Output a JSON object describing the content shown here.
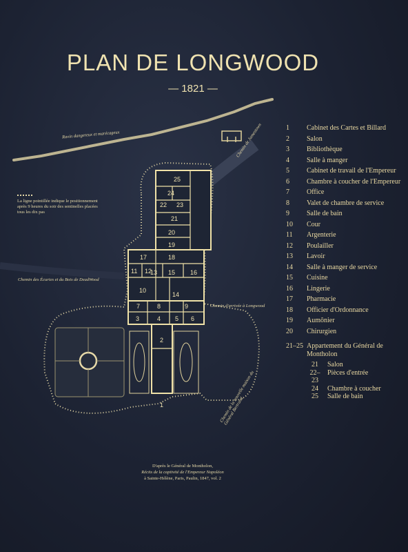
{
  "title": "PLAN DE LONGWOOD",
  "year": "— 1821 —",
  "map_labels": {
    "ravin": "Ravin dangereux et marécageux",
    "chemin_jamestown": "Chemin de Jamestown",
    "chemin_ecuries": "Chemin des Écuries et du Bois de DeadWood",
    "chemin_arrivee": "Chemin d'arrivée à Longwood",
    "chemin_bertrand": "Chemin de la nouvelle maison du Général Bertrand"
  },
  "note": "La ligne pointillée indique le positionnement après 9 heures du soir des sentinelles placées tous les dix pas",
  "rooms": {
    "r1": "1",
    "r2": "2",
    "r3": "3",
    "r4": "4",
    "r5": "5",
    "r6": "6",
    "r7": "7",
    "r8": "8",
    "r9": "9",
    "r10": "10",
    "r11": "11",
    "r12": "12",
    "r13": "13",
    "r14": "14",
    "r15": "15",
    "r16": "16",
    "r17": "17",
    "r18": "18",
    "r19": "19",
    "r20": "20",
    "r21": "21",
    "r22": "22",
    "r23": "23",
    "r24": "24",
    "r25": "25"
  },
  "legend": [
    {
      "num": "1",
      "label": "Cabinet des Cartes et Billard"
    },
    {
      "num": "2",
      "label": "Salon"
    },
    {
      "num": "3",
      "label": "Bibliothèque"
    },
    {
      "num": "4",
      "label": "Salle à manger"
    },
    {
      "num": "5",
      "label": "Cabinet de travail de l'Empereur"
    },
    {
      "num": "6",
      "label": "Chambre à coucher de l'Empereur"
    },
    {
      "num": "7",
      "label": "Office"
    },
    {
      "num": "8",
      "label": "Valet de chambre de service"
    },
    {
      "num": "9",
      "label": "Salle de bain"
    },
    {
      "num": "10",
      "label": "Cour"
    },
    {
      "num": "11",
      "label": "Argenterie"
    },
    {
      "num": "12",
      "label": "Poulailler"
    },
    {
      "num": "13",
      "label": "Lavoir"
    },
    {
      "num": "14",
      "label": "Salle à manger de service"
    },
    {
      "num": "15",
      "label": "Cuisine"
    },
    {
      "num": "16",
      "label": "Lingerie"
    },
    {
      "num": "17",
      "label": "Pharmacie"
    },
    {
      "num": "18",
      "label": "Officier d'Ordonnance"
    },
    {
      "num": "19",
      "label": "Aumônier"
    },
    {
      "num": "20",
      "label": "Chirurgien"
    }
  ],
  "legend_group": {
    "num": "21–25",
    "label": "Appartement du Général de Montholon",
    "items": [
      {
        "num": "21",
        "label": "Salon"
      },
      {
        "num": "22–23",
        "label": "Pièces d'entrée"
      },
      {
        "num": "24",
        "label": "Chambre à coucher"
      },
      {
        "num": "25",
        "label": "Salle de bain"
      }
    ]
  },
  "credit": {
    "line1": "D'après le Général de Montholon,",
    "line2": "Récits de la captivité de l'Empereur Napoléon",
    "line3": "à Sainte-Hélène, Paris, Paulin, 1847, vol. 2"
  }
}
